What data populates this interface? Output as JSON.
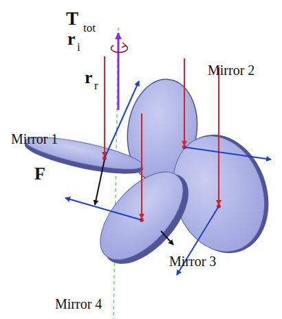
{
  "diagram": {
    "labels": [
      "T",
      "tot",
      "r",
      "i",
      "r",
      "r",
      "Mirror 2",
      "Mirror 1",
      "F",
      "Mirror 3",
      "Mirror 4"
    ]
  }
}
